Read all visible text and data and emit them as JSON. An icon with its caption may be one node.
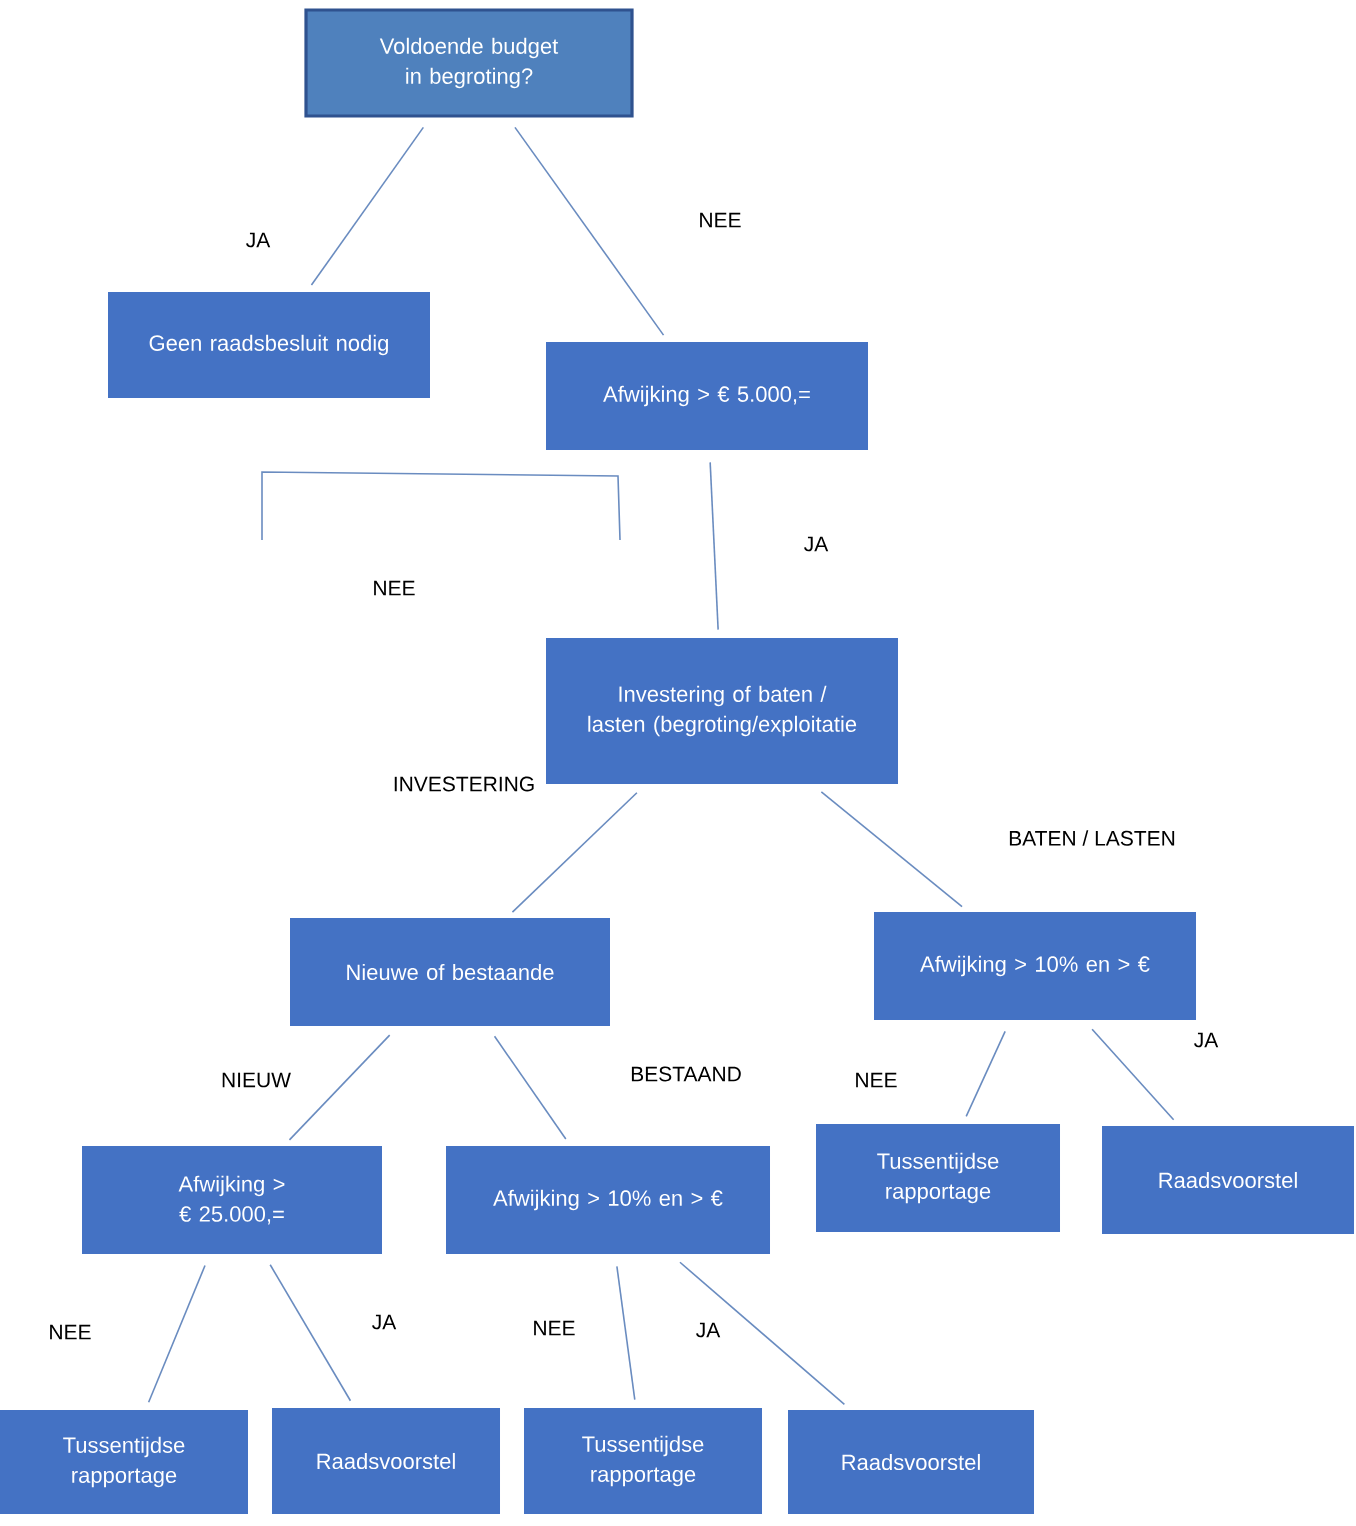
{
  "diagram": {
    "nodes": [
      {
        "text": [
          "Voldoende budget in begroting?"
        ]
      },
      {
        "text": [
          "Geen raadsbesluit nodig"
        ]
      },
      {
        "text": [
          "Afwijking > € 5.000,="
        ]
      },
      {
        "text": [
          "Investering of baten / lasten (begroting/exploitatie"
        ]
      },
      {
        "text": [
          "Nieuwe of bestaande"
        ]
      },
      {
        "text": [
          "Afwijking > 10% en > €"
        ]
      },
      {
        "text": [
          "Afwijking > € 25.000,="
        ]
      },
      {
        "text": [
          "Afwijking > 10% en > €"
        ]
      },
      {
        "text": [
          "Tussentijdse rapportage"
        ]
      },
      {
        "text": [
          "Raadsvoorstel"
        ]
      },
      {
        "text": [
          "Tussentijdse rapportage"
        ]
      },
      {
        "text": [
          "Raadsvoorstel"
        ]
      },
      {
        "text": [
          "Tussentijdse rapportage"
        ]
      },
      {
        "text": [
          "Raadsvoorstel"
        ]
      }
    ],
    "edges": [
      {
        "from": 0,
        "to": 1,
        "arrow": "none",
        "label": "JA"
      },
      {
        "from": 0,
        "to": 2,
        "arrow": "none",
        "label": "NEE"
      },
      {
        "from": 2,
        "to": 3,
        "arrow": "none",
        "label": "JA"
      },
      {
        "from": 3,
        "to": 4,
        "arrow": "none",
        "label": "INVESTERING"
      },
      {
        "from": 3,
        "to": 5,
        "arrow": "none",
        "label": "BATEN / LASTEN"
      },
      {
        "from": 4,
        "to": 6,
        "arrow": "none",
        "label": "NIEUW"
      },
      {
        "from": 4,
        "to": 7,
        "arrow": "none",
        "label": "BESTAAND"
      },
      {
        "from": 5,
        "to": 8,
        "arrow": "none",
        "label": "NEE"
      },
      {
        "from": 5,
        "to": 9,
        "arrow": "none",
        "label": "JA"
      },
      {
        "from": 6,
        "to": 10,
        "arrow": "none",
        "label": "NEE"
      },
      {
        "from": 6,
        "to": 11,
        "arrow": "none",
        "label": "JA"
      },
      {
        "from": 7,
        "to": 12,
        "arrow": "none",
        "label": "NEE"
      },
      {
        "from": 7,
        "to": 13,
        "arrow": "none",
        "label": "JA"
      }
    ],
    "labels": [
      "NEE"
    ]
  }
}
